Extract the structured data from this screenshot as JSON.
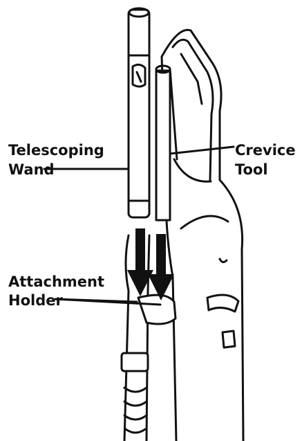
{
  "labels": {
    "telescoping_wand": {
      "line1": "Telescoping",
      "line2": "Wand"
    },
    "crevice_tool": {
      "line1": "Crevice",
      "line2": "Tool"
    },
    "attachment_holder": {
      "line1": "Attachment",
      "line2": "Holder"
    }
  },
  "colors": {
    "ink": "#111111",
    "paper": "#ffffff"
  }
}
